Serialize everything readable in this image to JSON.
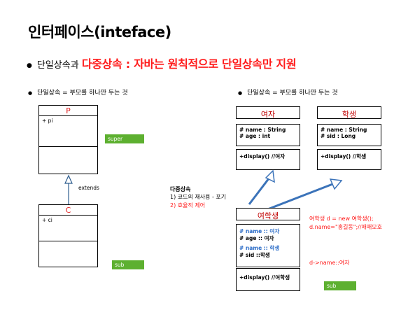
{
  "slide": {
    "title": "인터페이스(inteface)",
    "bullet_prefix": "단일상속과",
    "bullet_red": "다중상속 : 자바는 원칙적으로 단일상속만 지원",
    "left_sub": "단일상속 = 부모를 하나만 두는 것",
    "right_sub": "단일상속 = 부모를 하나만 두는 것"
  },
  "left_diagram": {
    "parent": {
      "name": "P",
      "attr": "+ pi"
    },
    "super_label": "super",
    "extends_label": "extends",
    "child": {
      "name": "C",
      "attr": "+ ci"
    },
    "sub_label": "sub"
  },
  "right_diagram": {
    "woman": {
      "name": "여자",
      "attrs": [
        "# name : String",
        "# age : int"
      ],
      "method": "+display() //여자"
    },
    "student": {
      "name": "학생",
      "attrs": [
        "# name : String",
        "# sid : Long"
      ],
      "method": "+display() //학생"
    },
    "female_student": {
      "name": "여학생",
      "attr1": "# name :: 여자",
      "attr2": "# age :: 여자",
      "attr3": "# name :: 학생",
      "attr4": "# sid ::학생",
      "method": "+display() //여학생"
    },
    "sub_label": "sub"
  },
  "notes": {
    "multi_title": "다중상속",
    "multi_item1": "1)   코드의 재사용 - 포기",
    "multi_item2": "2)   효율적 제어",
    "code_line1": "여학생 d  =  new 여학생();",
    "code_line2": "d.name=\"홍길동\";//애매모호",
    "code_line3": "d->name::여자"
  },
  "colors": {
    "red": "#ff1a1a",
    "green": "#5db030",
    "blue_arrow": "#3b73b9",
    "blue_text": "#2e6ec8"
  }
}
